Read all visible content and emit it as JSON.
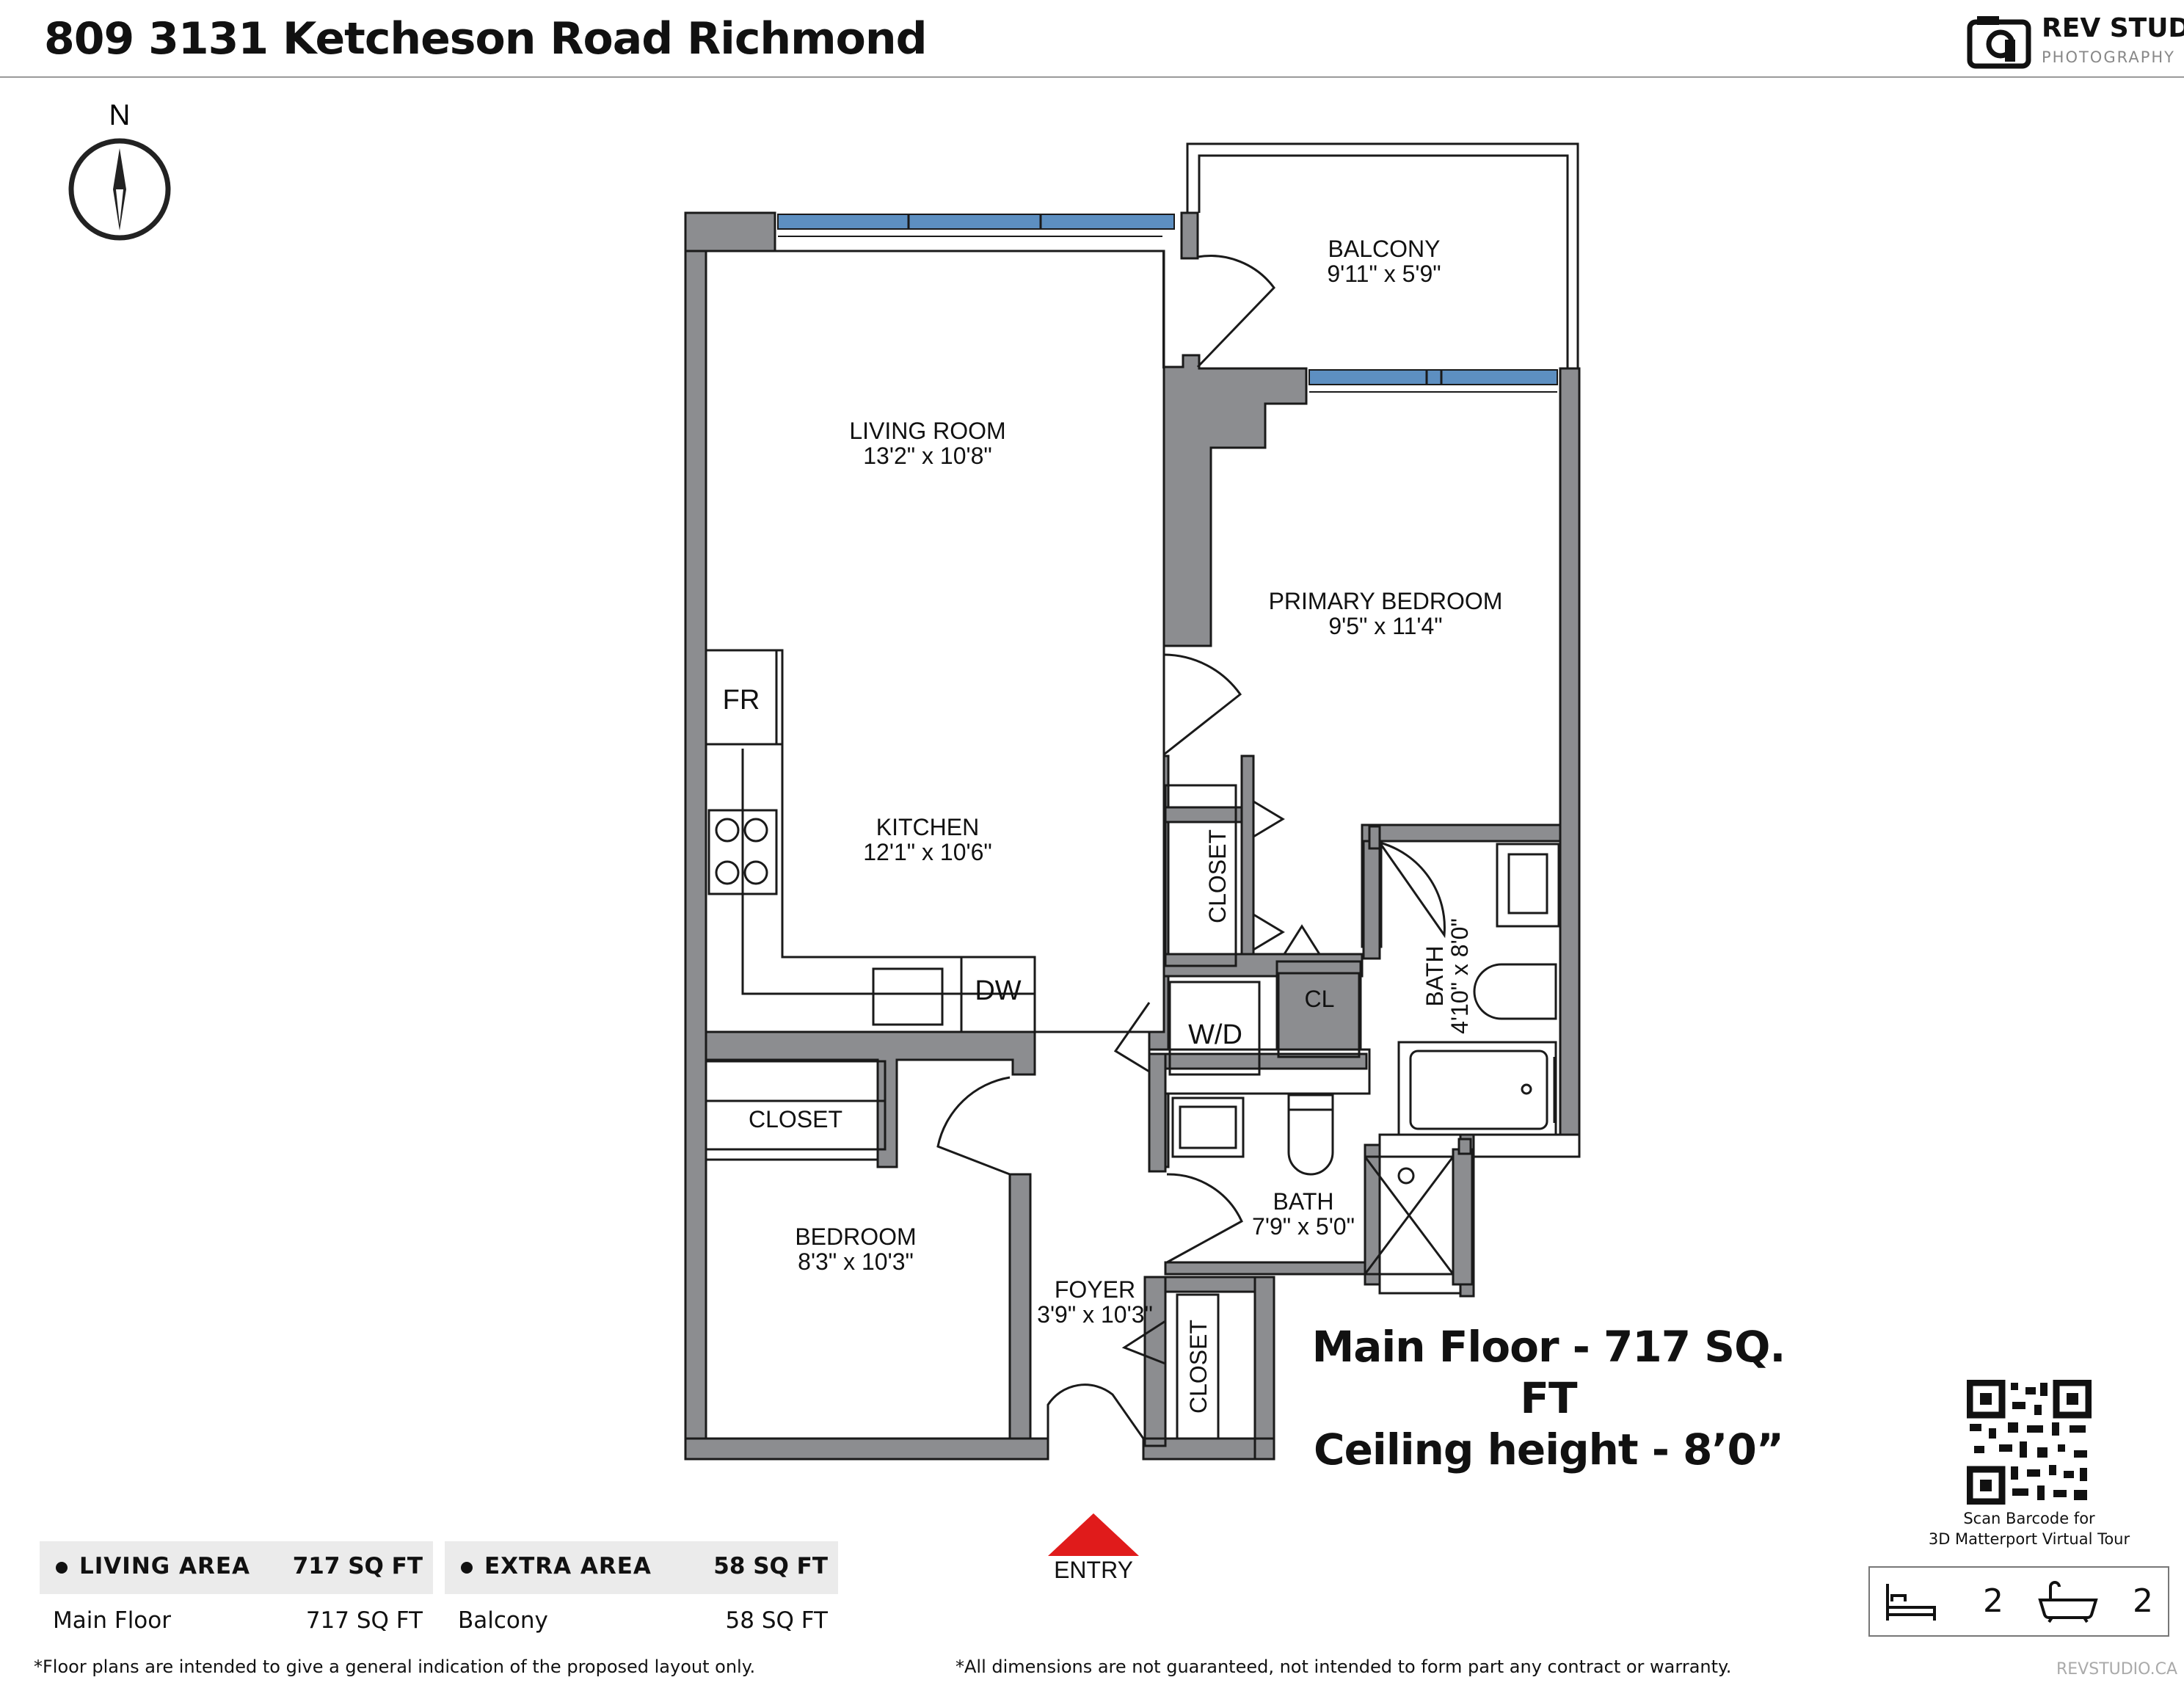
{
  "header": {
    "title": "809 3131 Ketcheson Road Richmond",
    "brand_name": "REV STUDIO",
    "brand_sub": "PHOTOGRAPHY"
  },
  "compass": {
    "label": "N"
  },
  "rooms": {
    "balcony": {
      "name": "BALCONY",
      "dim": "9'11\" x 5'9\""
    },
    "living": {
      "name": "LIVING ROOM",
      "dim": "13'2\" x 10'8\""
    },
    "primary": {
      "name": "PRIMARY BEDROOM",
      "dim": "9'5\" x 11'4\""
    },
    "kitchen": {
      "name": "KITCHEN",
      "dim": "12'1\" x 10'6\""
    },
    "bath_ensuite": {
      "name": "BATH",
      "dim": "4'10\" x 8'0\""
    },
    "bath_main": {
      "name": "BATH",
      "dim": "7'9\" x 5'0\""
    },
    "bedroom": {
      "name": "BEDROOM",
      "dim": "8'3\" x 10'3\""
    },
    "foyer": {
      "name": "FOYER",
      "dim": "3'9\" x 10'3\""
    }
  },
  "fixtures": {
    "fr": "FR",
    "dw": "DW",
    "wd": "W/D",
    "cl": "CL",
    "closet_primary": "CLOSET",
    "closet_bedroom": "CLOSET",
    "closet_foyer": "CLOSET",
    "entry": "ENTRY"
  },
  "floor_summary": {
    "line1": "Main Floor - 717 SQ. FT",
    "line2": "Ceiling height - 8’0”"
  },
  "qr": {
    "caption_line1": "Scan Barcode for",
    "caption_line2": "3D Matterport Virtual Tour"
  },
  "areas": {
    "living": {
      "label": "LIVING AREA",
      "total": "717 SQ FT",
      "row_label": "Main Floor",
      "row_value": "717 SQ FT"
    },
    "extra": {
      "label": "EXTRA AREA",
      "total": "58 SQ FT",
      "row_label": "Balcony",
      "row_value": "58 SQ FT"
    }
  },
  "counts": {
    "beds": "2",
    "baths": "2",
    "bed_icon": "bed-icon",
    "bath_icon": "bathtub-icon"
  },
  "footer": {
    "left": "*Floor plans are intended to give a general indication of the proposed layout only.",
    "mid": "*All dimensions are not guaranteed, not intended to form part any contract or warranty.",
    "right": "REVSTUDIO.CA"
  },
  "colors": {
    "wall": "#8c8d90",
    "window": "#5d8fc1",
    "entry_arrow": "#e01b1b",
    "outline": "#1a1a1a"
  }
}
